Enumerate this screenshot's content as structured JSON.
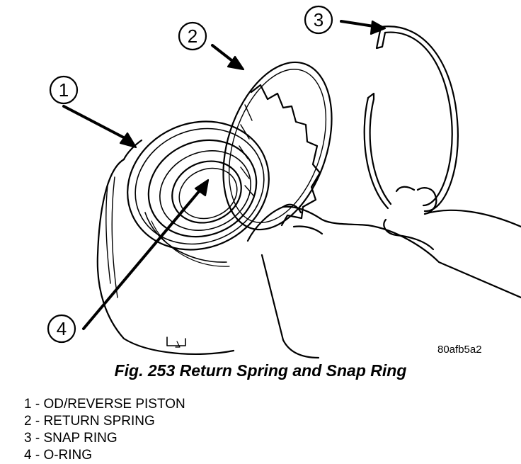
{
  "figure": {
    "callouts": [
      {
        "number": "1"
      },
      {
        "number": "2"
      },
      {
        "number": "3"
      },
      {
        "number": "4"
      }
    ],
    "image_code": "80afb5a2"
  },
  "caption": "Fig. 253 Return Spring and Snap Ring",
  "legend": [
    {
      "text": "1 - OD/REVERSE PISTON"
    },
    {
      "text": "2 - RETURN SPRING"
    },
    {
      "text": "3 - SNAP RING"
    },
    {
      "text": "4 - O-RING"
    }
  ]
}
